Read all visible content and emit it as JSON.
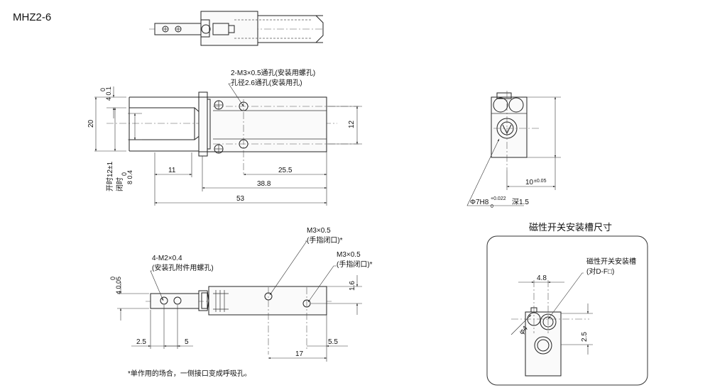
{
  "model": "MHZ2-6",
  "top_view": {
    "dim_thickness": "0\n4 0.1",
    "dim_height": "20",
    "dim_jaw_open": "开时12±1",
    "dim_jaw_closed": "闭时",
    "dim_closed_val": "0\n8 0.4",
    "dim_11": "11",
    "dim_25_5": "25.5",
    "dim_38_8": "38.8",
    "dim_53": "53",
    "dim_12": "12",
    "hole_note_1": "2-M3×0.5通孔(安装用螺孔)",
    "hole_note_2": "孔径2.6通孔(安装用孔)"
  },
  "end_view": {
    "bore_label": "Φ7H8",
    "bore_tol_upper": "+0.022",
    "bore_tol_lower": "0",
    "bore_depth": "深1.5",
    "dim_10": "10",
    "dim_10_tol": "±0.05"
  },
  "side_view": {
    "dim_jaw": "0\n4 0.05",
    "thread_note_1": "4-M2×0.4",
    "thread_note_2": "(安装孔附件用螺孔)",
    "port_a_1": "M3×0.5",
    "port_a_2": "(手指闭口)*",
    "port_b_1": "M3×0.5",
    "port_b_2": "(手指闭口)*",
    "dim_1_6": "1.6",
    "dim_2_5": "2.5",
    "dim_5": "5",
    "dim_17": "17",
    "dim_5_5": "5.5",
    "footnote": "*单作用的场合，一侧接口变成呼吸孔。"
  },
  "switch_panel": {
    "heading": "磁性开关安装槽尺寸",
    "label_1": "磁性开关安装槽",
    "label_2": "(对D-F□)",
    "dim_4_8": "4.8",
    "dim_phi4": "φ4",
    "dim_2_5": "2.5"
  }
}
